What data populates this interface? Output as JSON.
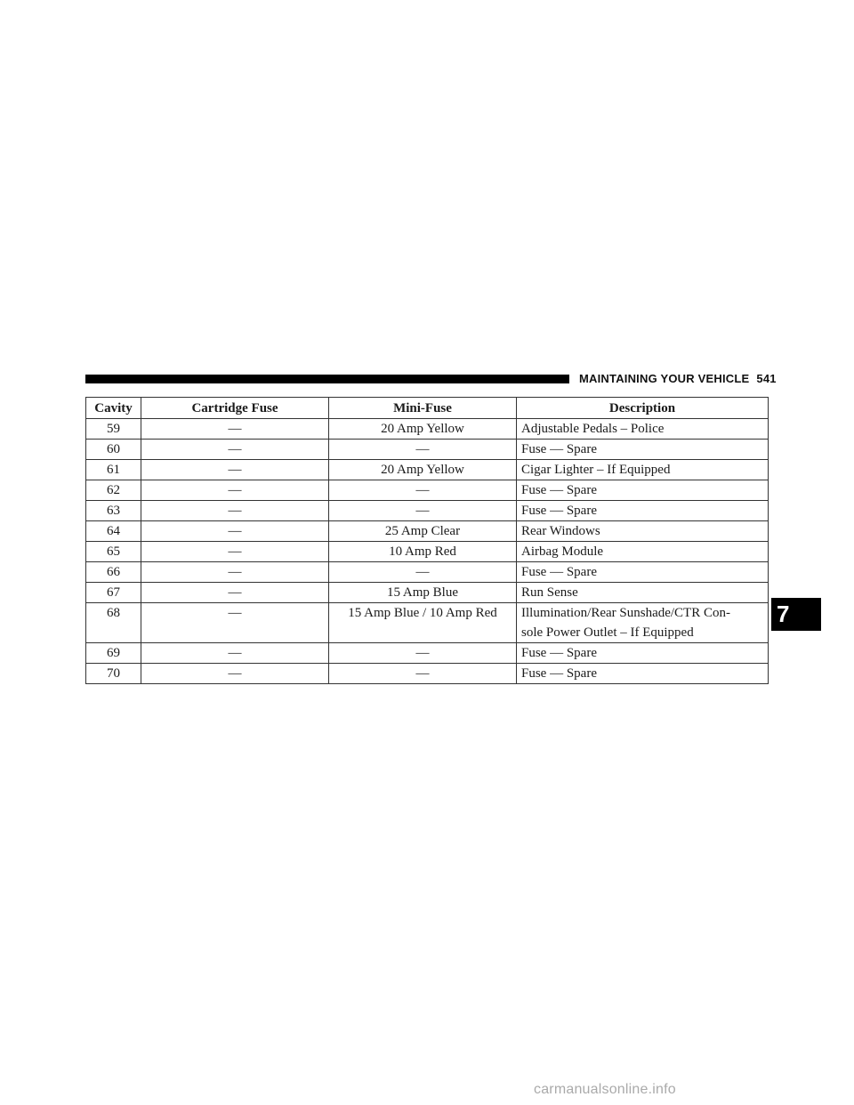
{
  "header": {
    "section_title": "MAINTAINING YOUR VEHICLE",
    "page_number": "541"
  },
  "chapter_tab": "7",
  "table": {
    "columns": [
      "Cavity",
      "Cartridge Fuse",
      "Mini-Fuse",
      "Description"
    ],
    "rows": [
      {
        "cavity": "59",
        "cartridge": "—",
        "mini": "20 Amp Yellow",
        "description": "Adjustable Pedals – Police"
      },
      {
        "cavity": "60",
        "cartridge": "—",
        "mini": "—",
        "description": "Fuse — Spare"
      },
      {
        "cavity": "61",
        "cartridge": "—",
        "mini": "20 Amp Yellow",
        "description": "Cigar Lighter – If Equipped"
      },
      {
        "cavity": "62",
        "cartridge": "—",
        "mini": "—",
        "description": "Fuse — Spare"
      },
      {
        "cavity": "63",
        "cartridge": "—",
        "mini": "—",
        "description": "Fuse — Spare"
      },
      {
        "cavity": "64",
        "cartridge": "—",
        "mini": "25 Amp Clear",
        "description": "Rear Windows"
      },
      {
        "cavity": "65",
        "cartridge": "—",
        "mini": "10 Amp Red",
        "description": "Airbag Module"
      },
      {
        "cavity": "66",
        "cartridge": "—",
        "mini": "—",
        "description": "Fuse — Spare"
      },
      {
        "cavity": "67",
        "cartridge": "—",
        "mini": "15 Amp Blue",
        "description": "Run Sense"
      },
      {
        "cavity": "68",
        "cartridge": "—",
        "mini": "15 Amp Blue / 10 Amp Red",
        "description": "Illumination/Rear Sunshade/CTR Con-",
        "description_line2": "sole Power Outlet – If Equipped"
      },
      {
        "cavity": "69",
        "cartridge": "—",
        "mini": "—",
        "description": "Fuse — Spare"
      },
      {
        "cavity": "70",
        "cartridge": "—",
        "mini": "—",
        "description": "Fuse — Spare"
      }
    ]
  },
  "watermark": "carmanualsonline.info"
}
